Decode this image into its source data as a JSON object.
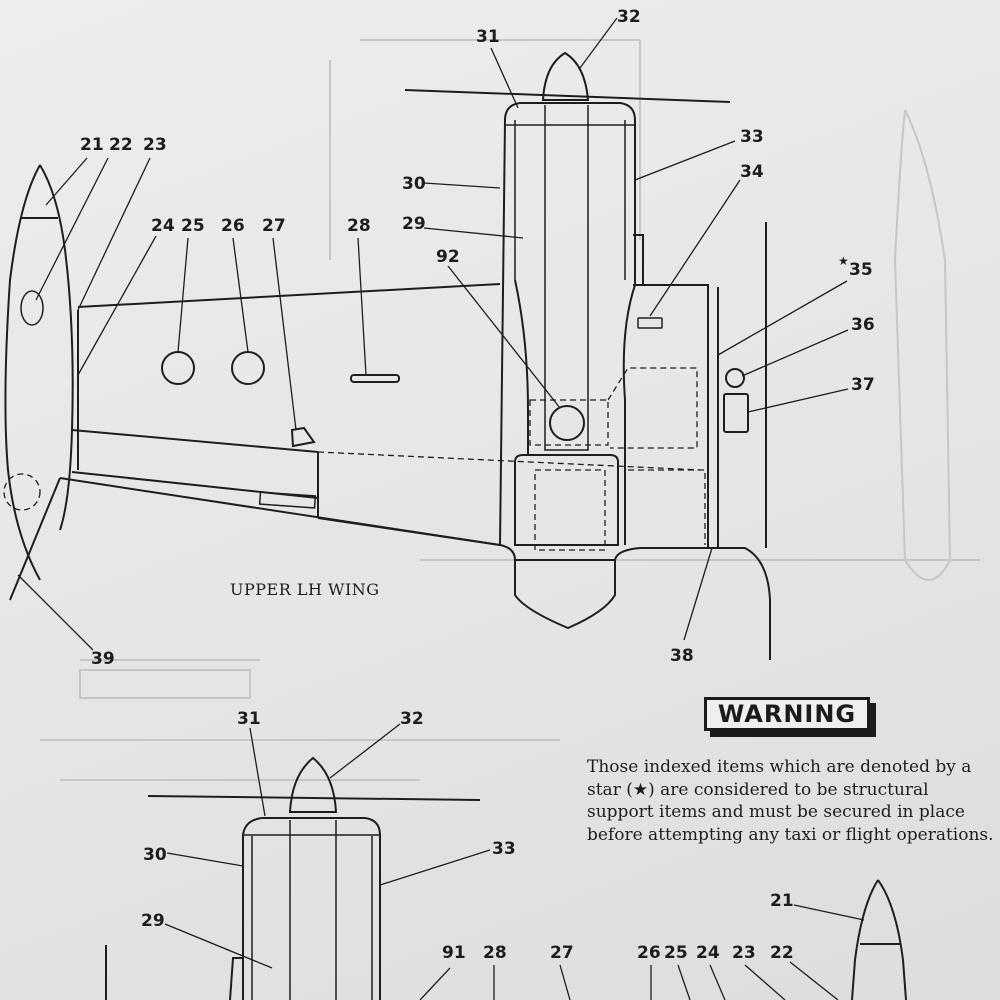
{
  "diagram": {
    "upper_caption": "UPPER LH WING",
    "callouts_upper": [
      "21",
      "22",
      "23",
      "24",
      "25",
      "26",
      "27",
      "28",
      "29",
      "30",
      "31",
      "32",
      "33",
      "34",
      "35",
      "36",
      "37",
      "38",
      "39",
      "92"
    ],
    "star_mark": "★",
    "callouts_lower": [
      "21",
      "22",
      "23",
      "24",
      "25",
      "26",
      "27",
      "28",
      "29",
      "30",
      "31",
      "32",
      "33",
      "91"
    ]
  },
  "warning": {
    "badge": "WARNING",
    "text": "Those indexed items which are denoted by a star (★) are considered to be structural support items and must be secured in place before attempting any taxi or flight operations."
  }
}
